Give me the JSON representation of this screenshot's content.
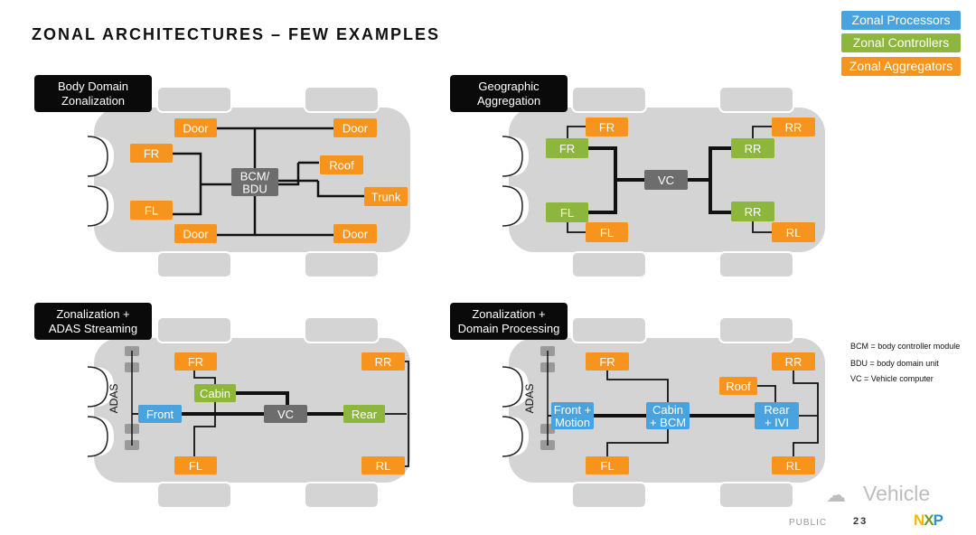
{
  "title": "ZONAL ARCHITECTURES – FEW EXAMPLES",
  "legend": [
    {
      "label": "Zonal Processors",
      "color": "#4aa3df"
    },
    {
      "label": "Zonal Controllers",
      "color": "#8cb63c"
    },
    {
      "label": "Zonal Aggregators",
      "color": "#f7941d"
    }
  ],
  "colors": {
    "processor": "#4aa3df",
    "controller": "#8cb63c",
    "aggregator": "#f7941d",
    "central": "#6d6d6d",
    "car": "#d4d4d4"
  },
  "panels": {
    "p1": {
      "label": [
        "Body Domain",
        "Zonalization"
      ],
      "nodes": {
        "door_tl": "Door",
        "door_tr": "Door",
        "fr": "FR",
        "roof": "Roof",
        "bcm": [
          "BCM/",
          "BDU"
        ],
        "trunk": "Trunk",
        "fl": "FL",
        "door_bl": "Door",
        "door_br": "Door"
      }
    },
    "p2": {
      "label": [
        "Geographic",
        "Aggregation"
      ],
      "nodes": {
        "fr_agg": "FR",
        "rr_agg": "RR",
        "fr": "FR",
        "rr": "RR",
        "vc": "VC",
        "fl": "FL",
        "rr2": "RR",
        "fl_agg": "FL",
        "rl_agg": "RL"
      }
    },
    "p3": {
      "label": [
        "Zonalization +",
        "ADAS Streaming"
      ],
      "adas": "ADAS",
      "nodes": {
        "fr": "FR",
        "rr": "RR",
        "cabin": "Cabin",
        "front": "Front",
        "vc": "VC",
        "rear": "Rear",
        "fl": "FL",
        "rl": "RL"
      }
    },
    "p4": {
      "label": [
        "Zonalization +",
        "Domain Processing"
      ],
      "adas": "ADAS",
      "nodes": {
        "fr": "FR",
        "rr": "RR",
        "roof": "Roof",
        "front": [
          "Front +",
          "Motion"
        ],
        "cabin": [
          "Cabin",
          "+ BCM"
        ],
        "rear": [
          "Rear",
          "+ IVI"
        ],
        "fl": "FL",
        "rl": "RL"
      }
    }
  },
  "abbreviations": [
    "BCM = body controller module",
    "BDU = body domain unit",
    "VC   =  Vehicle computer"
  ],
  "footer": {
    "public": "PUBLIC",
    "page": "23",
    "logo": {
      "n": "N",
      "x": "X",
      "p": "P"
    }
  },
  "watermark": "Vehicle"
}
